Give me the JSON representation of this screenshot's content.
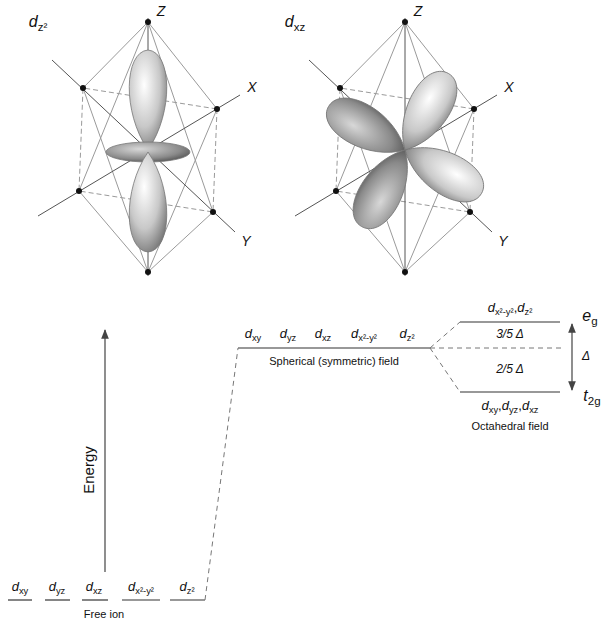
{
  "diagram": {
    "labels": [
      "dz²",
      "Z",
      "X",
      "Y",
      "dxz",
      "Z",
      "X",
      "Y",
      "Energy",
      "dxy",
      "dyz",
      "dxz",
      "dx²-y²",
      "dz²",
      "Free ion",
      "dxy",
      "dyz",
      "dxz",
      "dx²-y²",
      "dz²",
      "Spherical (symmetric) field",
      "dx²-y²,dz²",
      "eg",
      "3/5 Δ",
      "Δ",
      "2/5 Δ",
      "dxy,dyz,dxz",
      "t2g",
      "Octahedral field"
    ]
  }
}
